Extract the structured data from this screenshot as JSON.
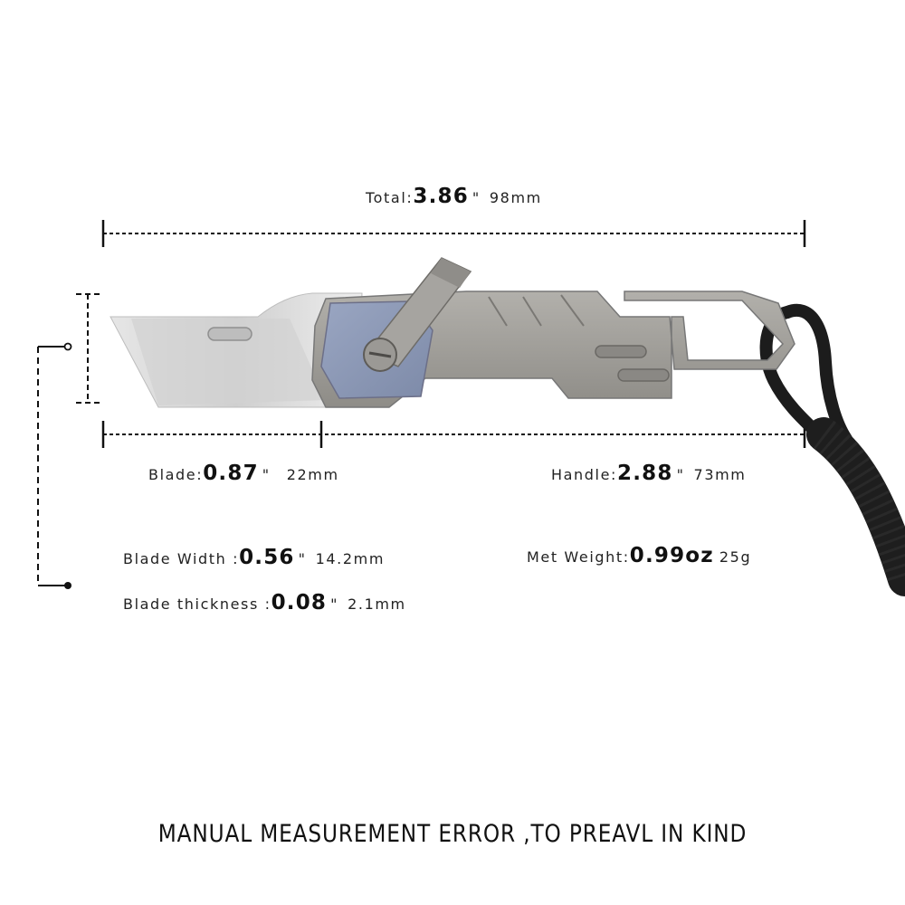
{
  "diagram": {
    "subject": "folding utility knife with lanyard",
    "colors": {
      "background": "#ffffff",
      "text": "#1a1a1a",
      "dimension_line": "#111111",
      "blade": "#d9d9d9",
      "handle": "#9a9893",
      "inlay": "#8d9bb8",
      "lanyard": "#1c1c1c"
    }
  },
  "dimensions": {
    "total": {
      "label": "Total:",
      "inch": "3.86",
      "inch_mark": "\"",
      "mm": "98mm"
    },
    "blade": {
      "label": "Blade:",
      "inch": "0.87",
      "inch_mark": "\"",
      "mm": "22mm"
    },
    "handle": {
      "label": "Handle:",
      "inch": "2.88",
      "inch_mark": "\"",
      "mm": "73mm"
    },
    "blade_width": {
      "label": "Blade Width :",
      "inch": "0.56",
      "inch_mark": "\"",
      "mm": "14.2mm"
    },
    "blade_thickness": {
      "label": "Blade thickness :",
      "inch": "0.08",
      "inch_mark": "\"",
      "mm": "2.1mm"
    },
    "weight": {
      "label": "Met Weight:",
      "value": "0.99oz",
      "metric": "25g"
    }
  },
  "footer": {
    "text": "MANUAL MEASUREMENT ERROR ,TO PREAVL IN KIND"
  }
}
